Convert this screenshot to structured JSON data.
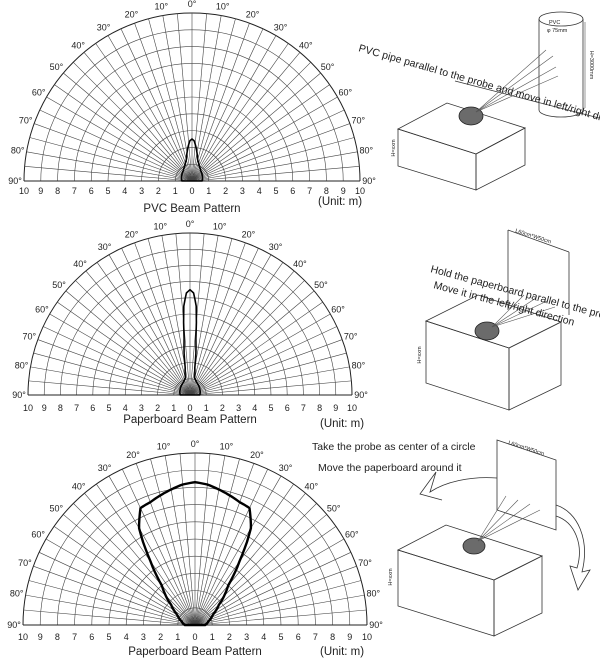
{
  "charts": [
    {
      "caption": "PVC Beam Pattern",
      "unit": "(Unit: m)",
      "angle_labels": [
        "0°",
        "10°",
        "20°",
        "30°",
        "40°",
        "50°",
        "60°",
        "70°",
        "80°",
        "90°"
      ],
      "range_labels": [
        "10",
        "9",
        "8",
        "7",
        "6",
        "5",
        "4",
        "3",
        "2",
        "1",
        "0",
        "1",
        "2",
        "3",
        "4",
        "5",
        "6",
        "7",
        "8",
        "9",
        "10"
      ],
      "beam_profile": [
        [
          0,
          2.5
        ],
        [
          3,
          2.4
        ],
        [
          6,
          2.1
        ],
        [
          10,
          1.7
        ],
        [
          15,
          1.3
        ],
        [
          25,
          1.0
        ],
        [
          40,
          0.8
        ],
        [
          60,
          0.7
        ],
        [
          90,
          0.6
        ]
      ],
      "beam_width": 1.6
    },
    {
      "caption": "Paperboard Beam Pattern",
      "unit": "(Unit: m)",
      "angle_labels": [
        "0°",
        "10°",
        "20°",
        "30°",
        "40°",
        "50°",
        "60°",
        "70°",
        "80°",
        "90°"
      ],
      "range_labels": [
        "10",
        "9",
        "8",
        "7",
        "6",
        "5",
        "4",
        "3",
        "2",
        "1",
        "0",
        "1",
        "2",
        "3",
        "4",
        "5",
        "6",
        "7",
        "8",
        "9",
        "10"
      ],
      "beam_profile": [
        [
          0,
          6.5
        ],
        [
          2,
          6.3
        ],
        [
          4,
          5.5
        ],
        [
          6,
          3.5
        ],
        [
          10,
          1.7
        ],
        [
          15,
          1.1
        ],
        [
          25,
          0.9
        ],
        [
          40,
          0.8
        ],
        [
          60,
          0.7
        ],
        [
          90,
          0.6
        ]
      ],
      "beam_width": 1.6
    },
    {
      "caption": "Paperboard Beam Pattern",
      "unit": "(Unit: m)",
      "angle_labels": [
        "0°",
        "10°",
        "20°",
        "30°",
        "40°",
        "50°",
        "60°",
        "70°",
        "80°",
        "90°"
      ],
      "range_labels": [
        "10",
        "9",
        "8",
        "7",
        "6",
        "5",
        "4",
        "3",
        "2",
        "1",
        "0",
        "1",
        "2",
        "3",
        "4",
        "5",
        "6",
        "7",
        "8",
        "9",
        "10"
      ],
      "beam_profile": [
        [
          0,
          8.3
        ],
        [
          5,
          8.2
        ],
        [
          10,
          8.0
        ],
        [
          15,
          7.8
        ],
        [
          20,
          7.6
        ],
        [
          25,
          7.5
        ],
        [
          30,
          6.5
        ],
        [
          35,
          4.5
        ],
        [
          40,
          3.0
        ],
        [
          50,
          1.8
        ],
        [
          60,
          1.2
        ],
        [
          75,
          0.8
        ],
        [
          90,
          0.6
        ]
      ],
      "beam_width": 2.4
    }
  ],
  "setups": [
    {
      "instruction": "PVC pipe parallel to the probe and move in left/right direction",
      "target_label": "PVC",
      "target_dim": "φ 75mm",
      "target_height": "H=3000mm",
      "box_height": "H=xxm"
    },
    {
      "instruction_line1": "Hold the paperboard parallel to the probe",
      "instruction_line2": "Move it in the left/right direction",
      "board_label": "L60cm*W50cm",
      "box_height": "H=xxm"
    },
    {
      "instruction_line1": "Take the probe as center of a circle",
      "instruction_line2": "Move the paperboard around it",
      "board_label": "L60cm*W50cm",
      "box_height": "H=xxm"
    }
  ]
}
